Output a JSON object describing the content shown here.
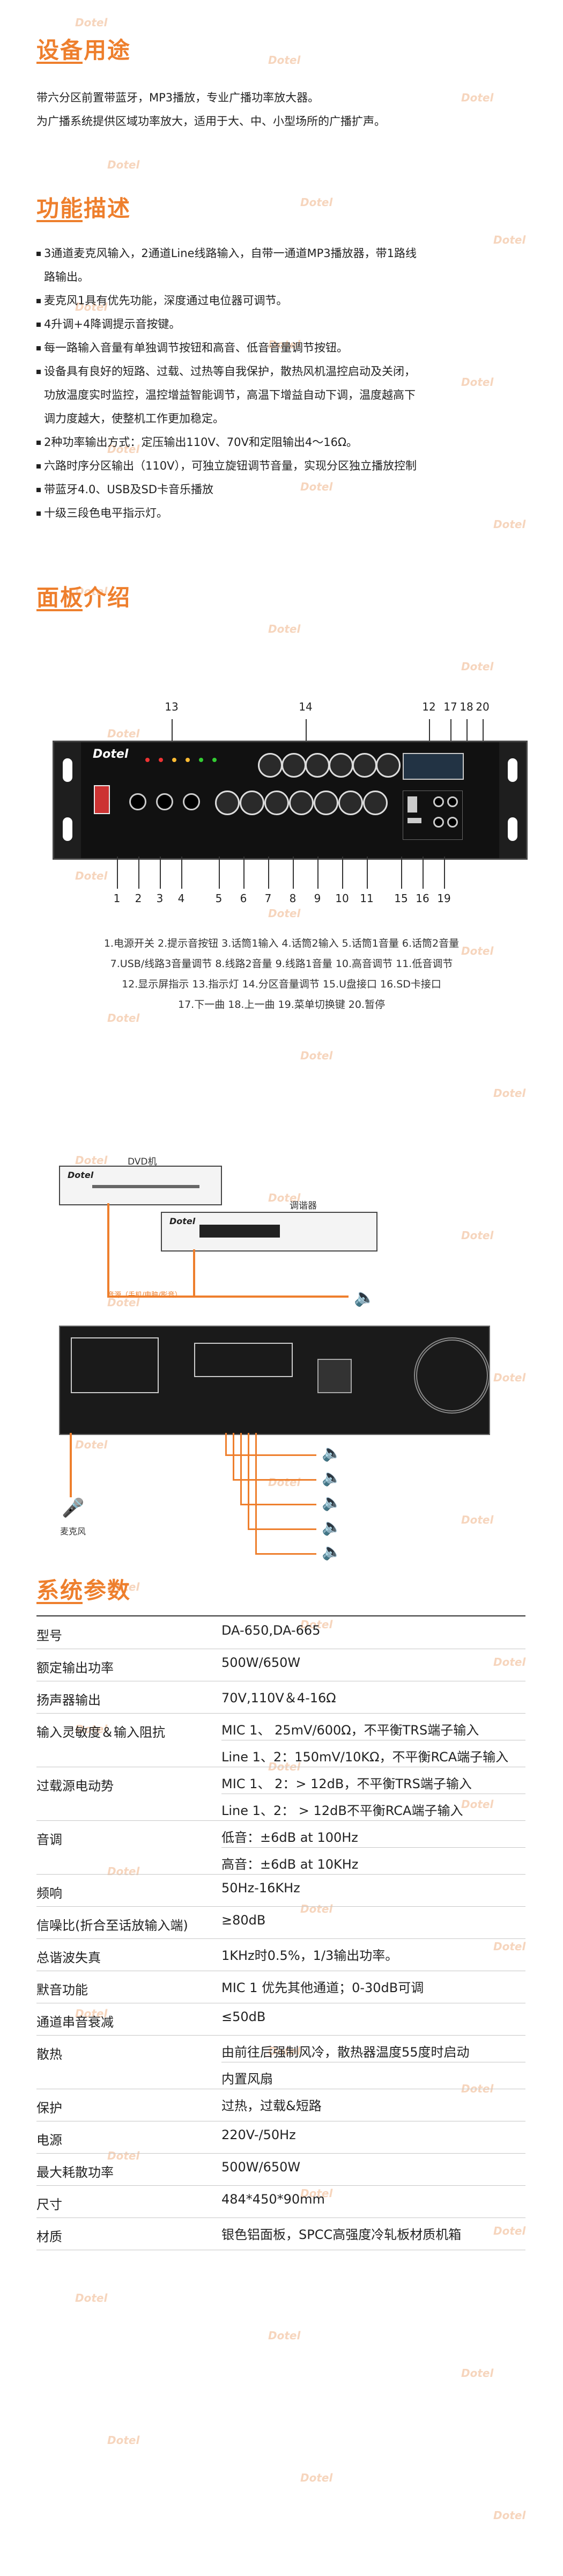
{
  "watermark": "Dotel",
  "usage": {
    "title": "设备用途",
    "lines": [
      "带六分区前置带蓝牙，MP3播放，专业广播功率放大器。",
      "为广播系统提供区域功率放大，适用于大、中、小型场所的广播扩声。"
    ]
  },
  "features": {
    "title": "功能描述",
    "items": [
      [
        "3通道麦克风输入，2通道Line线路输入，自带一通道MP3播放器，带1路线",
        "路输出。"
      ],
      [
        "麦克风1具有优先功能，深度通过电位器可调节。"
      ],
      [
        "4升调+4降调提示音按键。"
      ],
      [
        "每一路输入音量有单独调节按钮和高音、低音音量调节按钮。"
      ],
      [
        "设备具有良好的短路、过载、过热等自我保护，散热风机温控启动及关闭，",
        "功放温度实时监控，温控增益智能调节，高温下增益自动下调，温度越高下",
        "调力度越大，使整机工作更加稳定。"
      ],
      [
        "2种功率输出方式：定压输出110V、70V和定阻输出4～16Ω。"
      ],
      [
        "六路时序分区输出（110V），可独立旋钮调节音量，实现分区独立播放控制"
      ],
      [
        "带蓝牙4.0、USB及SD卡音乐播放"
      ],
      [
        "十级三段色电平指示灯。"
      ]
    ]
  },
  "panel": {
    "title": "面板介绍",
    "brand": "Dotel",
    "callouts": [
      "1",
      "2",
      "3",
      "4",
      "5",
      "6",
      "7",
      "8",
      "9",
      "10",
      "11",
      "12",
      "13",
      "14",
      "15",
      "16",
      "17",
      "18",
      "19",
      "20"
    ],
    "captions": [
      "1.电源开关 2.提示音按钮 3.话筒1输入 4.话筒2输入 5.话筒1音量 6.话筒2音量",
      "7.USB/线路3音量调节 8.线路2音量 9.线路1音量 10.高音调节 11.低音调节",
      "12.显示屏指示 13.指示灯 14.分区音量调节 15.U盘接口 16.SD卡接口",
      "17.下一曲 18.上一曲 19.菜单切换键 20.暂停"
    ]
  },
  "connection": {
    "dvd_label": "DVD机",
    "tuner_label": "调谐器",
    "line_label": "音源（手机/电脑/影音）",
    "mic_label": "麦克风"
  },
  "specs": {
    "title": "系统参数",
    "rows": [
      {
        "k": "型号",
        "v": [
          "DA-650,DA-665"
        ]
      },
      {
        "k": "额定输出功率",
        "v": [
          "500W/650W"
        ]
      },
      {
        "k": "扬声器输出",
        "v": [
          "70V,110V＆4-16Ω"
        ]
      },
      {
        "k": "输入灵敏度＆输入阻抗",
        "v": [
          "MIC 1、 25mV/600Ω，不平衡TRS端子输入",
          "Line 1、2：150mV/10KΩ，不平衡RCA端子输入"
        ]
      },
      {
        "k": "过载源电动势",
        "v": [
          "MIC 1、 2：> 12dB，不平衡TRS端子输入",
          "Line 1、2： > 12dB不平衡RCA端子输入"
        ]
      },
      {
        "k": "音调",
        "v": [
          "低音：±6dB at 100Hz",
          "高音：±6dB at 10KHz"
        ]
      },
      {
        "k": "频响",
        "v": [
          "50Hz-16KHz"
        ]
      },
      {
        "k": "信噪比(折合至话放输入端)",
        "v": [
          "≥80dB"
        ]
      },
      {
        "k": "总谐波失真",
        "v": [
          "1KHz时0.5%，1/3输出功率。"
        ]
      },
      {
        "k": "默音功能",
        "v": [
          "MIC 1 优先其他通道；0-30dB可调"
        ]
      },
      {
        "k": "通道串音衰减",
        "v": [
          "≤50dB"
        ]
      },
      {
        "k": "散热",
        "v": [
          "由前往后强制风冷，散热器温度55度时启动",
          "内置风扇"
        ]
      },
      {
        "k": "保护",
        "v": [
          "过热，过载&短路"
        ]
      },
      {
        "k": "电源",
        "v": [
          "220V-/50Hz"
        ]
      },
      {
        "k": "最大耗散功率",
        "v": [
          "500W/650W"
        ]
      },
      {
        "k": "尺寸",
        "v": [
          "484*450*90mm"
        ]
      },
      {
        "k": "材质",
        "v": [
          "银色铝面板，SPCC高强度冷轧板材质机箱"
        ]
      }
    ]
  }
}
